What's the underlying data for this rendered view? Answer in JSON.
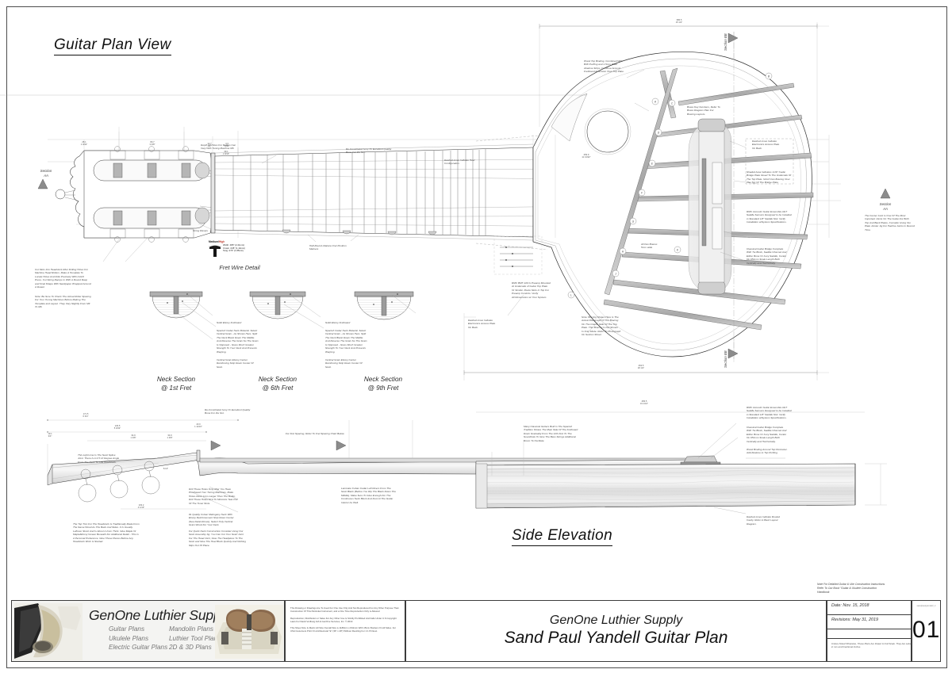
{
  "sheet": {
    "view_title_plan": "Guitar Plan View",
    "view_title_side": "Side Elevation"
  },
  "fret_wire": {
    "caption": "Fret Wire Detail",
    "grade_medium": "Medium/",
    "grade_high": "High",
    "rows": [
      {
        "label": "Width",
        "imperial": ".095\"",
        "metric": "(2.41mm)"
      },
      {
        "label": "Crown",
        "imperial": ".045\"",
        "metric": "(1.14mm)"
      },
      {
        "label": "Tang",
        "imperial": ".073\"",
        "metric": "(1.85mm)"
      }
    ]
  },
  "neck_sections": [
    {
      "line1": "Neck Section",
      "line2": "@ 1st Fret"
    },
    {
      "line1": "Neck Section",
      "line2": "@ 6th Fret"
    },
    {
      "line1": "Neck Section",
      "line2": "@ 9th Fret"
    }
  ],
  "section_markers": [
    {
      "name": "section-aa-left",
      "line1": "Section",
      "line2": "AA"
    },
    {
      "name": "section-aa-right",
      "line1": "Section",
      "line2": "AA"
    },
    {
      "name": "section-bb-top",
      "text": "Section BB"
    },
    {
      "name": "section-bb-bottom",
      "text": "Section BB"
    }
  ],
  "notes": {
    "headstock_slots": "Cut Slots Into Headstock After Drilling Holes For\nMachine Head Rollers. Make A Template To\nLocate Holes And Drile Precisely With A Drill\nPress. Cut String Ramps In With A Round Rasp\nand Final Shape With Sandpaper Wrapped Around\nA Dowel.",
    "roller_spacing": "Note: Be Sure To Check The Actual Roller Spacing\nFor Your Tuning Machines Before Making The\nTemplate and Layout. They Vary Slightly From Mfr\nTo Mfr.",
    "roller_depth": "Depth Of Holes For Rollers Can\nVary With Tuning Machine Mfr.",
    "nut_bone": "Re-Constituted Ivory Or Excellent Quality\nBone For the Nut.",
    "string_ramps": "String Ramps",
    "half_round": "Half-Round Abalone Fret Position\nMarkers",
    "dashed_heel": "Dashed Lines Indicate Heel\nConfiguration.",
    "top_binding": "Wood Top Binding, Combined With\nB/W Purfling and 1.5mm Wide\nAbalone Strips, Continue Around\nFretboard Extension Over Top Plate.",
    "brace_key": "Brace Key Numbers, Refer To\nBrace Diagram Plan For\nBracing Layouts.",
    "dashed_access": "Dashed Lines Indicate\nElectronics Access Plate\nOn Back.",
    "bridge_plate": "Shaded Area Indicates 1/16\" Cedar\nBridge Plate Glued To The Underside Of\nThe Top Plate. Notch Fan Bracing Over\nThe Top Of The Bridge Plate.",
    "rmc_sensors": "RMC Acoustic Guitar Ensemble AGT\nSaddle Sensors Designed to be Installed\nin Standard 1/8\" Saddle Slot. Verify\nInstallation w/System Specifications.",
    "classical_bridge": "Classical Guitar Bridge Complete\nWith Tie Block, Saddle Channel And\nEither Bone Or Ivory Saddle, Center\nOn 651mm Scale Length Both\nVertically and Horizontally.",
    "center_joint": "The Center Joint Is One Of The Most\nImportant Joints On The Guitar.For Both\nTop And Back Plates, Consider Using Our\nPlate Jointer Jig For Hairline Joints In Record\nTime.",
    "fan_braces": "All Fan Braces\n5mm wide",
    "preamp": "RMC BMT 220 G Preamp Mounted\nAt Underside of Guitar Top Plate\nOr Similar. Route Slots In Top For\nPreamp Controls. Verify\nAll Dimensions w/ Your System.",
    "dashed_access2": "Dashed Lines Indicate\nElectronics Access Plate\nOn Back.",
    "bracing_note": "Note: Bracing Shown Here Is The\nActual Placement Of The Bracing\nOn The Interior Side Of The Top\nPlate. This Bracing Is Not Shown\nIn Xray Mode. Refer To Photograph\nOn Section Sheet.",
    "ebony_fretboard": "Solid Ebony Fretboard",
    "spanish_cedar": "Spanish Cedar Neck Material. Select\nVertical Grain - As Shown Here. Split\nThe Neck Blank Down The Middle\nAnd Reverse The Grain So The Grain\nIs Opposed - Gives Much Greater\nStrength To Your Neck And Prevents\nWarping.",
    "ebony_strip": "Vertical Grain Ebony Center\nReinforcing Strip Down Center Of\nNeck.",
    "neck_splice": "This Light Line Is The Neck Splice\nJoint. There Is A 4.5 13 Degree Angle\nFrom The Neck To The Headstock.",
    "headstock_trim": "The Top Trim For The Headstock Is Traditionally Made From\nThe Same Wood As The Back And Sides. It Is Usually\nLeftover Stock And Is About 2.2mm Thick. Glue Maple Or\nMaple/Ebony Veneer Beneath For Additional Detail - This Is\nA Personal Preference. Glue These Pieces Before Any\nHeadstock Work Is Started.",
    "drill_holes": "Drill These Holes Only After You Have\nPurchased Your Tuning Machines. Make\nHoles About 1mm Larger Than The Roller.\nDrill These Holes First To Minimize Tear-Out\nOf The Tuner Slots.",
    "mahogany_neck": "#1 Quality Cuban Mahogany Neck With\nEbony Reinforcement Strip Down Center\n(See Detail Above). Select Only Vertical\nGrain Wood For Your Neck.",
    "neck_jig": "For Quick Neck Construction Consider Using Our\nNeck Assembly Jig. You Can Cut Your Scarf Joint\nFor The Head Joint, Glue The Headpiece To The\nNeck and Glue The Heel Block Quickly And Nothing\nSlips Out Of Place.",
    "fret_spacing": "For Fret Spacing, Refer To Fret Spacing Chart Below.",
    "ivory_nut_side": "Re-Constituted Ivory Or Excellent Quality\nBone For the Nut.",
    "classical_gutters": "Many Classical Gutters Built In The Spanish\nTradition Shows The Main Side Of The Fretboard\nDown Gradually From The 12th Fret To The\nSoundhole To Give The Bass Strings Additional\nRoom To Oscillate.",
    "wood_binding_side": "Wood Binding Around Top Perimeter.\nAdd Abalone to Top Purfling.",
    "routed_cavity": "Dashed Lines Indicate Routed\nCavity. Refer to Back Layout\nDiagram.",
    "laminate_cuban": "Laminate Cuban Cedar Left Divers From The\nNeck Blank (Before You Rip The Blank Down The\nMiddle). Make Sure To Glue Enough For The\nContinuous Neck Block And Foot At The Guitar\nInterior As Well.",
    "rmc_sensors_side": "RMC Acoustic Guitar Ensemble AGT\nSaddle Sensors Designed to be Installed\nin Standard 1/8\" Saddle Slot. Verify\nInstallation w/System Specifications.",
    "classical_bridge_side": "Classical Guitar Bridge Complete\nWith Tie Block, Saddle Channel And\nEither Bone Or Ivory Saddle, Center\nOn 651mm Scale Length Both\nVertically and Horizontally."
  },
  "brace_keys": [
    "A",
    "B",
    "C",
    "D",
    "E",
    "F",
    "G",
    "H",
    "J",
    "K",
    "L"
  ],
  "dimensions": {
    "headstock": [
      "28.1\n1 3/32\"",
      "80.7\n3 3/8\"",
      "12.7\n1/2\"",
      "4.3\n5/32\"",
      "39.1\n1 9/16\""
    ],
    "body_top": [
      "386.5\n15 1/4\"",
      "483.5\n19 1/16\"",
      "269.9\n11 13/32\"",
      "463.5\n18 1/4\""
    ],
    "side": [
      "171.5\n6 3/4\"",
      "129.5\n5 3/32\"",
      "34.9\n1 3/8\"",
      "34.9\n1 3/8\"",
      "43.0\n1 11/16\"",
      "31.0\n1 3/16\"",
      "103.2\n4 1/16\"",
      "19.1\n3/4\"",
      "8.13°"
    ]
  },
  "title_block": {
    "logo": {
      "brand": "GenOne Luthier Supplies",
      "products": [
        [
          "Guitar Plans",
          "Mandolin Plans"
        ],
        [
          "Ukulele Plans",
          "Luthier Tool Plans"
        ],
        [
          "Electric Guitar Plans",
          "2D & 3D Plans"
        ]
      ]
    },
    "legal": [
      "This Drawing or Drawings Are To Used For One Use Only And Not Reproduced For Any Other Purpose Than Construction Of This Particular Instrument, and a One Time Reproduction Only is Allowed",
      "Reproduction, Distribution or Sales For Any Other Use Is Strictly Prohibited And Falls Under U.S Copyright Laws For David Verlburg AIA & GenOne Services, Inc.  © 2019",
      "This Sheet Size Is Metric A0 Size Overall Size is 1189mm x 841mm With 15mm Borders On All Sides. For USA Customers Print On Architectural \"E\" (36\" x 48\") Without Resizing For 1:1 Printout."
    ],
    "main_line1": "GenOne Luthier Supply",
    "main_line2": "Sand Paul Yandell Guitar Plan",
    "date_label": "Date: Nov. 15, 2018",
    "revision_label": "Revisions: May 31, 2019",
    "scale_note": "Unless Noted Otherwise, These Plans Are Drawn to Full Scale. They Are Labeled in mm and Fractional Inches.",
    "sheet_number": "01",
    "file_name": "sandpaulyandell_1",
    "handbook_note": "Note For Detailed Guitar & Uke Construction Instructions\nRefer To Our Book \"Guitar & Ukulele Construction\nHandbook"
  }
}
